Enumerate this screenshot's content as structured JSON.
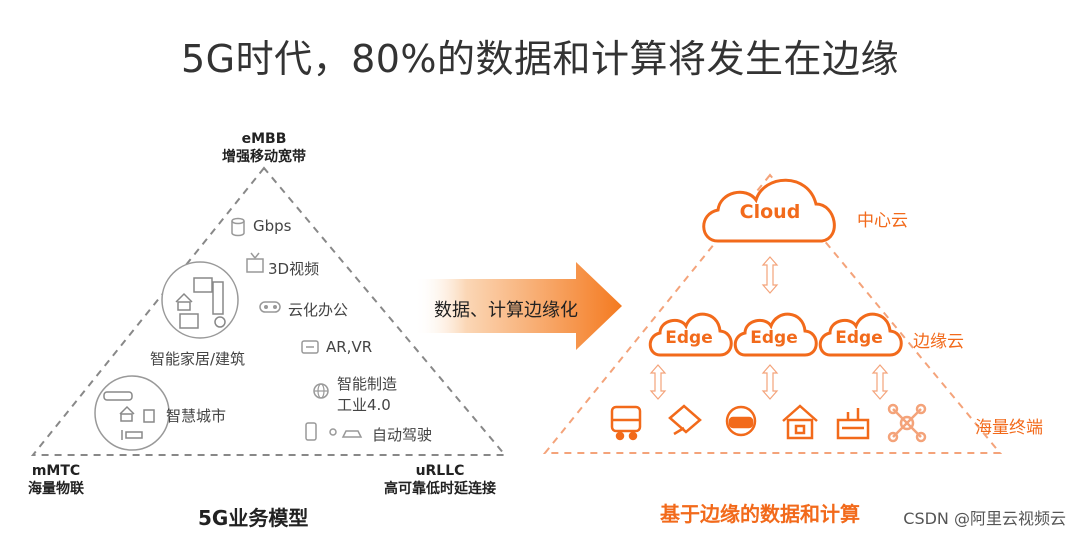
{
  "title": "5G时代，80%的数据和计算将发生在边缘",
  "left": {
    "top_vertex": {
      "line1": "eMBB",
      "line2": "增强移动宽带"
    },
    "bottom_left_vertex": {
      "line1": "mMTC",
      "line2": "海量物联"
    },
    "bottom_right_vertex": {
      "line1": "uRLLC",
      "line2": "高可靠低时延连接"
    },
    "features": {
      "gbps": "Gbps",
      "video3d": "3D视频",
      "cloud_office": "云化办公",
      "arvr": "AR,VR",
      "manufacturing_1": "智能制造",
      "manufacturing_2": "工业4.0",
      "autonomous": "自动驾驶",
      "smart_home": "智能家居/建筑",
      "smart_city": "智慧城市"
    },
    "caption": "5G业务模型"
  },
  "arrow_label": "数据、计算边缘化",
  "right": {
    "cloud_label": "Cloud",
    "edge_labels": [
      "Edge",
      "Edge",
      "Edge"
    ],
    "tiers": {
      "center": "中心云",
      "edge": "边缘云",
      "terminals": "海量终端"
    },
    "caption": "基于边缘的数据和计算"
  },
  "watermark": "CSDN @阿里云视频云",
  "colors": {
    "accent": "#f26a1b",
    "dash_gray": "#888888",
    "dash_orange": "#f4a37a"
  },
  "icons": [
    "database-icon",
    "tv-icon",
    "gamepad-icon",
    "vr-headset-icon",
    "globe-icon",
    "phone-icon",
    "car-icon",
    "smart-home-icon",
    "smart-city-icon",
    "bus-icon",
    "security-camera-icon",
    "house-icon",
    "factory-icon",
    "drone-icon"
  ]
}
